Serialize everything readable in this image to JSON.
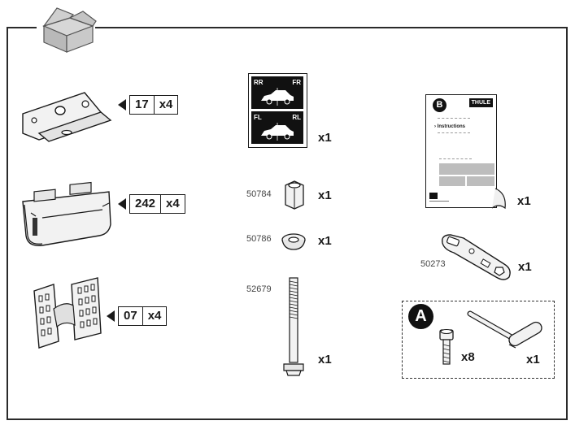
{
  "kit_tags": [
    {
      "part": "17",
      "qty": "x4"
    },
    {
      "part": "242",
      "qty": "x4"
    },
    {
      "part": "07",
      "qty": "x4"
    }
  ],
  "items": {
    "stickers": {
      "qty": "x1",
      "labels": [
        "RR",
        "FR",
        "FL",
        "RL"
      ]
    },
    "nut": {
      "code": "50784",
      "qty": "x1"
    },
    "washer": {
      "code": "50786",
      "qty": "x1"
    },
    "bolt": {
      "code": "52679",
      "qty": "x1"
    },
    "manual": {
      "qty": "x1",
      "badge": "B",
      "brand": "Thule",
      "title": "Instructions"
    },
    "wrench": {
      "code": "50273",
      "qty": "x1"
    },
    "hardware_a": {
      "badge": "A",
      "screw_qty": "x8",
      "key_qty": "x1"
    }
  },
  "colors": {
    "line": "#1a1a1a",
    "part_fill": "#f2f2f2",
    "dark": "#111111"
  },
  "icons": [
    "box-icon",
    "bracket-icon",
    "foot-pad-icon",
    "rubber-pad-icon",
    "hex-nut-icon",
    "washer-icon",
    "bolt-icon",
    "wrench-icon",
    "screw-icon",
    "hex-key-icon"
  ]
}
